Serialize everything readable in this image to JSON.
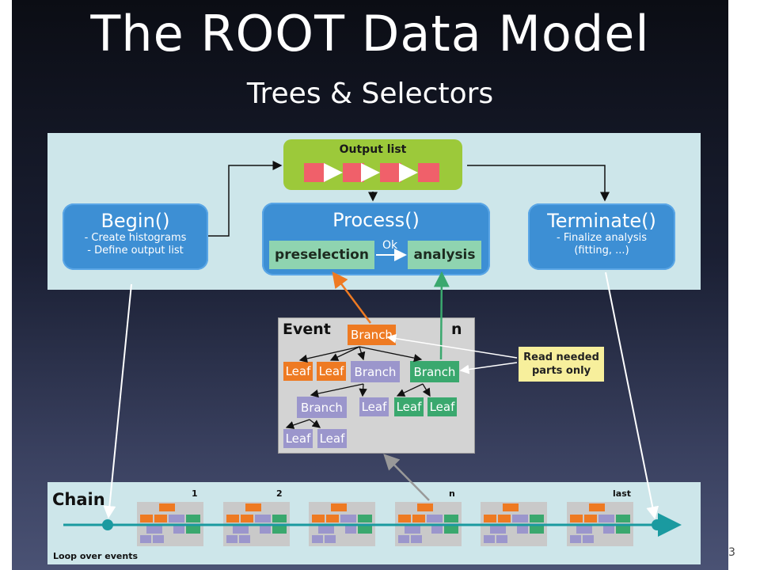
{
  "title": "The ROOT Data Model",
  "subtitle": "Trees & Selectors",
  "output_list": {
    "label": "Output list"
  },
  "begin": {
    "title": "Begin()",
    "lines": [
      "- Create histograms",
      "- Define output list"
    ]
  },
  "process": {
    "title": "Process()",
    "preselection": "preselection",
    "analysis": "analysis",
    "ok": "Ok"
  },
  "terminate": {
    "title": "Terminate()",
    "lines": [
      "- Finalize analysis",
      "(fitting, ...)"
    ]
  },
  "event": {
    "title": "Event",
    "n": "n",
    "branch": "Branch",
    "leaf": "Leaf"
  },
  "note": {
    "line1": "Read needed",
    "line2": "parts only"
  },
  "chain": {
    "title": "Chain",
    "loop": "Loop over events",
    "labels": [
      "1",
      "2",
      "n",
      "last"
    ]
  },
  "page_number": "3",
  "colors": {
    "orange": "#ee7a22",
    "purple": "#9b96cc",
    "teal": "#3aa86e",
    "blue": "#3d8fd4",
    "green": "#9cc93a",
    "red": "#f0606a"
  }
}
